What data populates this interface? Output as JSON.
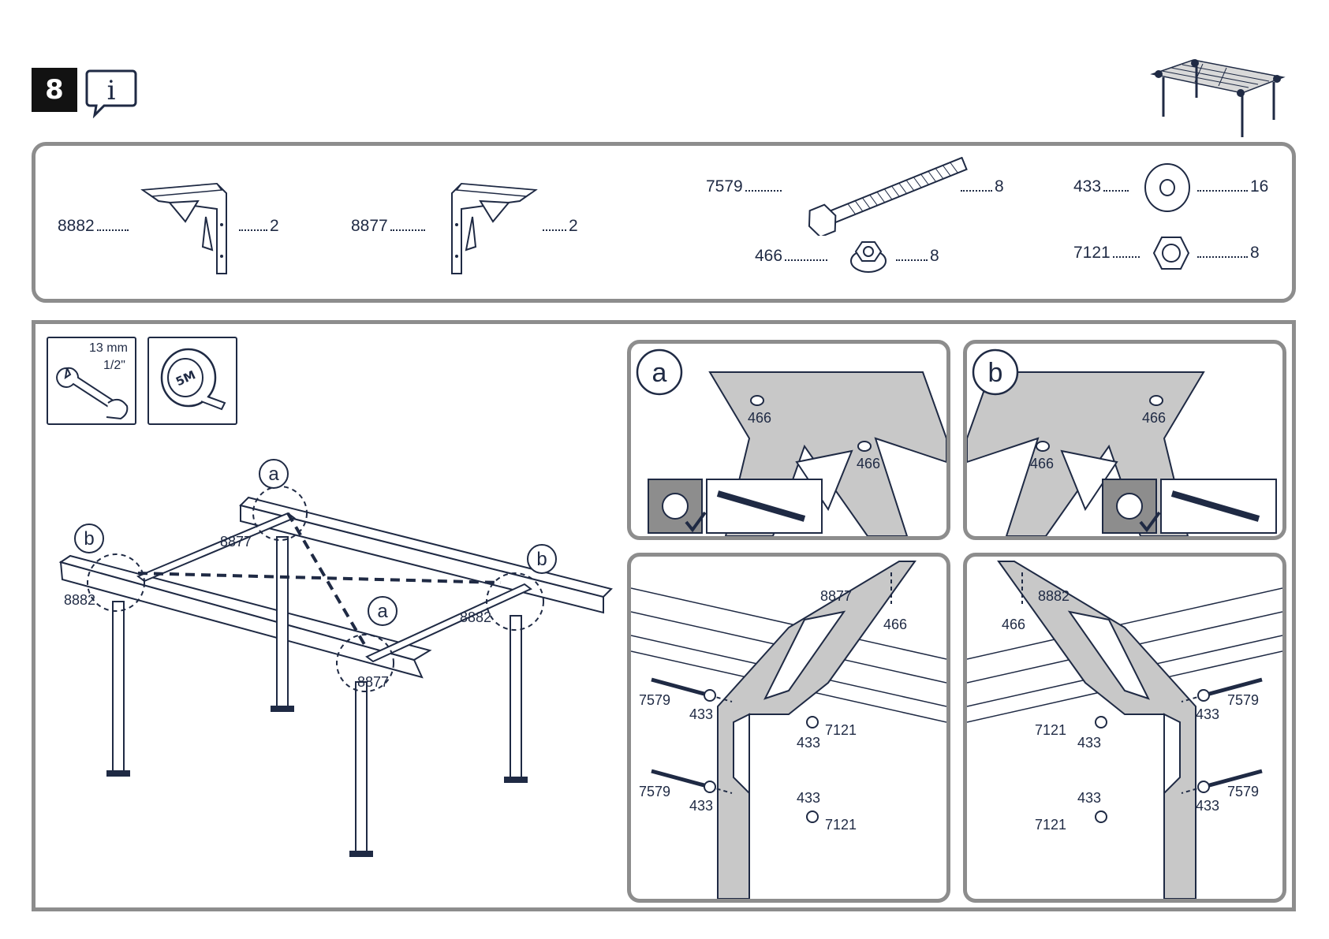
{
  "step": {
    "number": "8",
    "info_icon": "info-speech-bubble-icon"
  },
  "parts": [
    {
      "code": "8882",
      "qty": "2",
      "icon": "corner-bracket-left-icon"
    },
    {
      "code": "8877",
      "qty": "2",
      "icon": "corner-bracket-right-icon"
    },
    {
      "code": "7579",
      "qty": "8",
      "icon": "hex-bolt-icon"
    },
    {
      "code": "466",
      "qty": "8",
      "icon": "flange-nut-icon"
    },
    {
      "code": "433",
      "qty": "16",
      "icon": "washer-icon"
    },
    {
      "code": "7121",
      "qty": "8",
      "icon": "hex-nut-icon"
    }
  ],
  "tools": [
    {
      "icon": "wrench-icon",
      "size_metric": "13 mm",
      "size_imperial": "1/2\""
    },
    {
      "icon": "tape-measure-icon",
      "label": "5M"
    }
  ],
  "overview": {
    "callouts": [
      "a",
      "a",
      "b",
      "b"
    ],
    "part_labels": [
      "8877",
      "8882",
      "8882",
      "8877"
    ]
  },
  "details": {
    "a": {
      "letter": "a",
      "nut_labels": [
        "466",
        "466"
      ]
    },
    "b": {
      "letter": "b",
      "nut_labels": [
        "466",
        "466"
      ]
    },
    "c": {
      "bracket": "8877",
      "nut": "466",
      "bolt": "7579",
      "washer": "433",
      "hexnut": "7121"
    },
    "d": {
      "bracket": "8882",
      "nut": "466",
      "bolt": "7579",
      "washer": "433",
      "hexnut": "7121"
    }
  },
  "colors": {
    "ink": "#1f2a44",
    "frame": "#8d8d8d",
    "bracket_fill": "#c8c8c8",
    "badge": "#121212"
  }
}
